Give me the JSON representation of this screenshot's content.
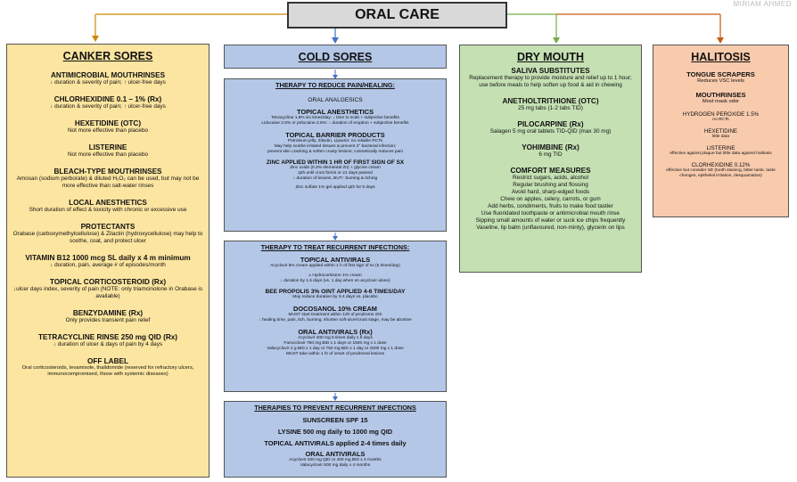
{
  "title": "ORAL CARE",
  "credit": "MIRIAM AHMED",
  "canker": {
    "title": "CANKER SORES",
    "items": [
      {
        "name": "ANTIMICROBIAL MOUTHRINSES",
        "desc": "↓ duration & severity of pain; ↑ ulcer-free days"
      },
      {
        "name": "CHLORHEXIDINE 0.1 – 1% (Rx)",
        "desc": "↓ duration & severity of pain; ↑ ulcer-free days"
      },
      {
        "name": "HEXETIDINE (OTC)",
        "desc": "Not more effective than placebo"
      },
      {
        "name": "LISTERINE",
        "desc": "Not more effective than placebo"
      },
      {
        "name": "BLEACH-TYPE MOUTHRINSES",
        "desc": "Amosan (sodium perborate) & diluted H₂O₂ can be used, but may not be more effective than salt-water rinses"
      },
      {
        "name": "LOCAL ANESTHETICS",
        "desc": "Short duration of effect & toxicity with chronic or excessive use"
      },
      {
        "name": "PROTECTANTS",
        "desc": "Orabase (carboxymethylcellulose) & Zilactin (hydroxycellulose) may help to soothe, coat, and protect ulcer"
      },
      {
        "name": "VITAMIN B12 1000 mcg SL daily x 4 m minimum",
        "desc": "↓ duration, pain, average # of episodes/month"
      },
      {
        "name": "TOPICAL CORTICOSTEROID (Rx)",
        "desc": "↓ulcer days index, severity of pain (NOTE: only triamcinolone in Orabase is available)"
      },
      {
        "name": "BENZYDAMINE (Rx)",
        "desc": "Only provides transient pain relief"
      },
      {
        "name": "TETRACYCLINE RINSE 250 mg QID (Rx)",
        "desc": "↓ duration of ulcer & days of pain by 4 days"
      },
      {
        "name": "OFF LABEL",
        "desc": "Oral corticosteroids, levamisole, thalidomide (reserved for refractory ulcers, immunocompromised, those with systemic diseases)"
      }
    ]
  },
  "cold": {
    "title": "COLD SORES",
    "pain": {
      "heading": "THERAPY TO REDUCE PAIN/HEALING:",
      "analgesics": "ORAL ANALGESICS",
      "anesthetics": "TOPICAL ANESTHETICS",
      "anesthetics_l1": "Tetracycline 1.8% six times/day: ↓ time to scab + subjective benefits",
      "anesthetics_l2": "Lidocaine 2.5% or prilocaine 2.5%: ↓ duration of eruption + subjective benefits",
      "barrier": "TOPICAL BARRIER PRODUCTS",
      "barrier_l1": "Petroleum jelly, Zilactin, Lipactin: no reliable RCTs",
      "barrier_l2": "May help soothe irritated tissues & prevent 2° bacterial infection;",
      "barrier_l3": "prevent skin cracking & soften crusty lesions; cosmetically reduces pain",
      "zinc": "ZINC APPLIED WITHIN 1 HR OF FIRST SIGN OF SX",
      "zinc_l1": "Zinc oxide (0.3% elemental Zn) + glycine cream",
      "zinc_l2": "q2h until crust forms or 21 days passed",
      "zinc_l3": "↓ duration of lesions, BUT↑ burning & itching",
      "zinc_l4": "Zinc sulfate 1% gel applied q2h for 5 days"
    },
    "treat": {
      "heading": "THERAPY TO TREAT RECURRENT INFECTIONS:",
      "antivirals": "TOPICAL ANTIVIRALS",
      "antivirals_l1": "Acyclovir 5% cream applied within 1 h of first sign of sx (5 times/day)",
      "hydrocort": "± Hydrocortisone 1% cream",
      "hydrocort_l1": "↓ duration by 1.5 days (vs. 1 day when on acyclovir alone)",
      "propolis": "BEE PROPOLIS 3% OINT APPLIED 4-6 TIMES/DAY",
      "propolis_l1": "May reduce duration by 3-4 days vs. placebo",
      "docosanol": "DOCOSANOL 10% CREAM",
      "docosanol_l1": "MUST start treatment within 12h of prodrome S/S",
      "docosanol_l2": "↓ healing time, pain, itch, burning, shorten soft-ulcer/crust stage, may be abortive",
      "oral": "ORAL ANTIVIRALS (Rx)",
      "oral_l1": "Acyclovir 400 mg 5 times daily x 5 days",
      "oral_l2": "Famciclovir 750 mg BID x 1 days or 1500 mg x 1 dose",
      "oral_l3": "Valacyclovir 2 g BID x 1 day or 750 mg BID x 1 day or 1500 mg x 1 dose",
      "oral_l4": "MUST take within 1 hr of onset of prodromal lesions"
    },
    "prevent": {
      "heading": "THERAPIES TO PREVENT RECURRENT INFECTIONS",
      "sunscreen": "SUNSCREEN SPF 15",
      "lysine": "LYSINE 500 mg daily to 1000 mg QID",
      "topical": "TOPICAL ANTIVIRALS applied 2-4 times daily",
      "oral": "ORAL ANTIVIRALS",
      "oral_l1": "Acyclovir 200 mg QID or 400 mg BID x 4 months",
      "oral_l2": "Valacyclovir 500 mg daily x 4 months"
    }
  },
  "dry": {
    "title": "DRY MOUTH",
    "items": [
      {
        "name": "SALIVA SUBSTITUTES",
        "desc": "Replacement therapy to provide moisture and relief up to 1 hour; use before meals to help soften up food & aid in chewing"
      },
      {
        "name": "ANETHOLTRITHIONE (OTC)",
        "desc": "25 mg tabs (1-2 tabs TID)"
      },
      {
        "name": "PILOCARPINE (Rx)",
        "desc": "Salagen 5 mg oral tablets TID-QID (max 30 mg)"
      },
      {
        "name": "YOHIMBINE (Rx)",
        "desc": "6 mg TID"
      }
    ],
    "comfort": "COMFORT MEASURES",
    "comfort_items": [
      "Restrict sugars, acids, alcohol",
      "Regular brushing and flossing",
      "Avoid hard, sharp-edged foods",
      "Chew on apples, celery, carrots, or gum",
      "Add herbs, condiments, fruits to make food tastier",
      "Use fluoridated toothpaste or antimicrobial mouth rinse",
      "Sipping small amounts of water or suck ice chips frequently",
      "Vaseline, lip balm (unflavoured, non-minty), glycerin on lips"
    ]
  },
  "halitosis": {
    "title": "HALITOSIS",
    "items": [
      {
        "name": "TONGUE SCRAPERS",
        "desc": "Reduces VSC levels"
      },
      {
        "name": "MOUTHRINSES",
        "desc": "Most mask odor"
      },
      {
        "name": "HYDROGEN PEROXIDE 1.5%",
        "desc": "no RCTs"
      },
      {
        "name": "HEXETIDINE",
        "desc": "little data"
      },
      {
        "name": "LISTERINE",
        "desc": "effective against plaque but little data against halitosis"
      },
      {
        "name": "CLORHEXIDINE 0.12%",
        "desc": "effective but consider SE (tooth staining, bitter taste, taste changes, epithelial irritation, desquamation)"
      }
    ]
  },
  "colors": {
    "canker": "#fce5a0",
    "cold": "#b4c7e7",
    "dry": "#c5e0b3",
    "halitosis": "#f8cbad"
  }
}
